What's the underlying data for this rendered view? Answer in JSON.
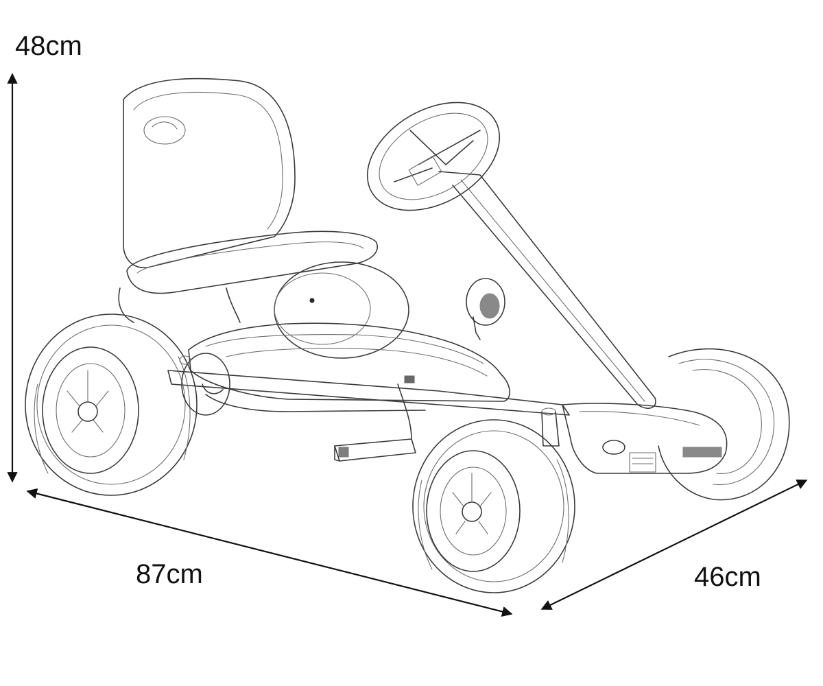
{
  "dimensions": {
    "height": {
      "label": "48cm",
      "value": 48,
      "unit": "cm"
    },
    "length": {
      "label": "87cm",
      "value": 87,
      "unit": "cm"
    },
    "width": {
      "label": "46cm",
      "value": 46,
      "unit": "cm"
    }
  },
  "colors": {
    "background": "#ffffff",
    "text": "#111111",
    "sketch_line": "#3a3a3a"
  }
}
